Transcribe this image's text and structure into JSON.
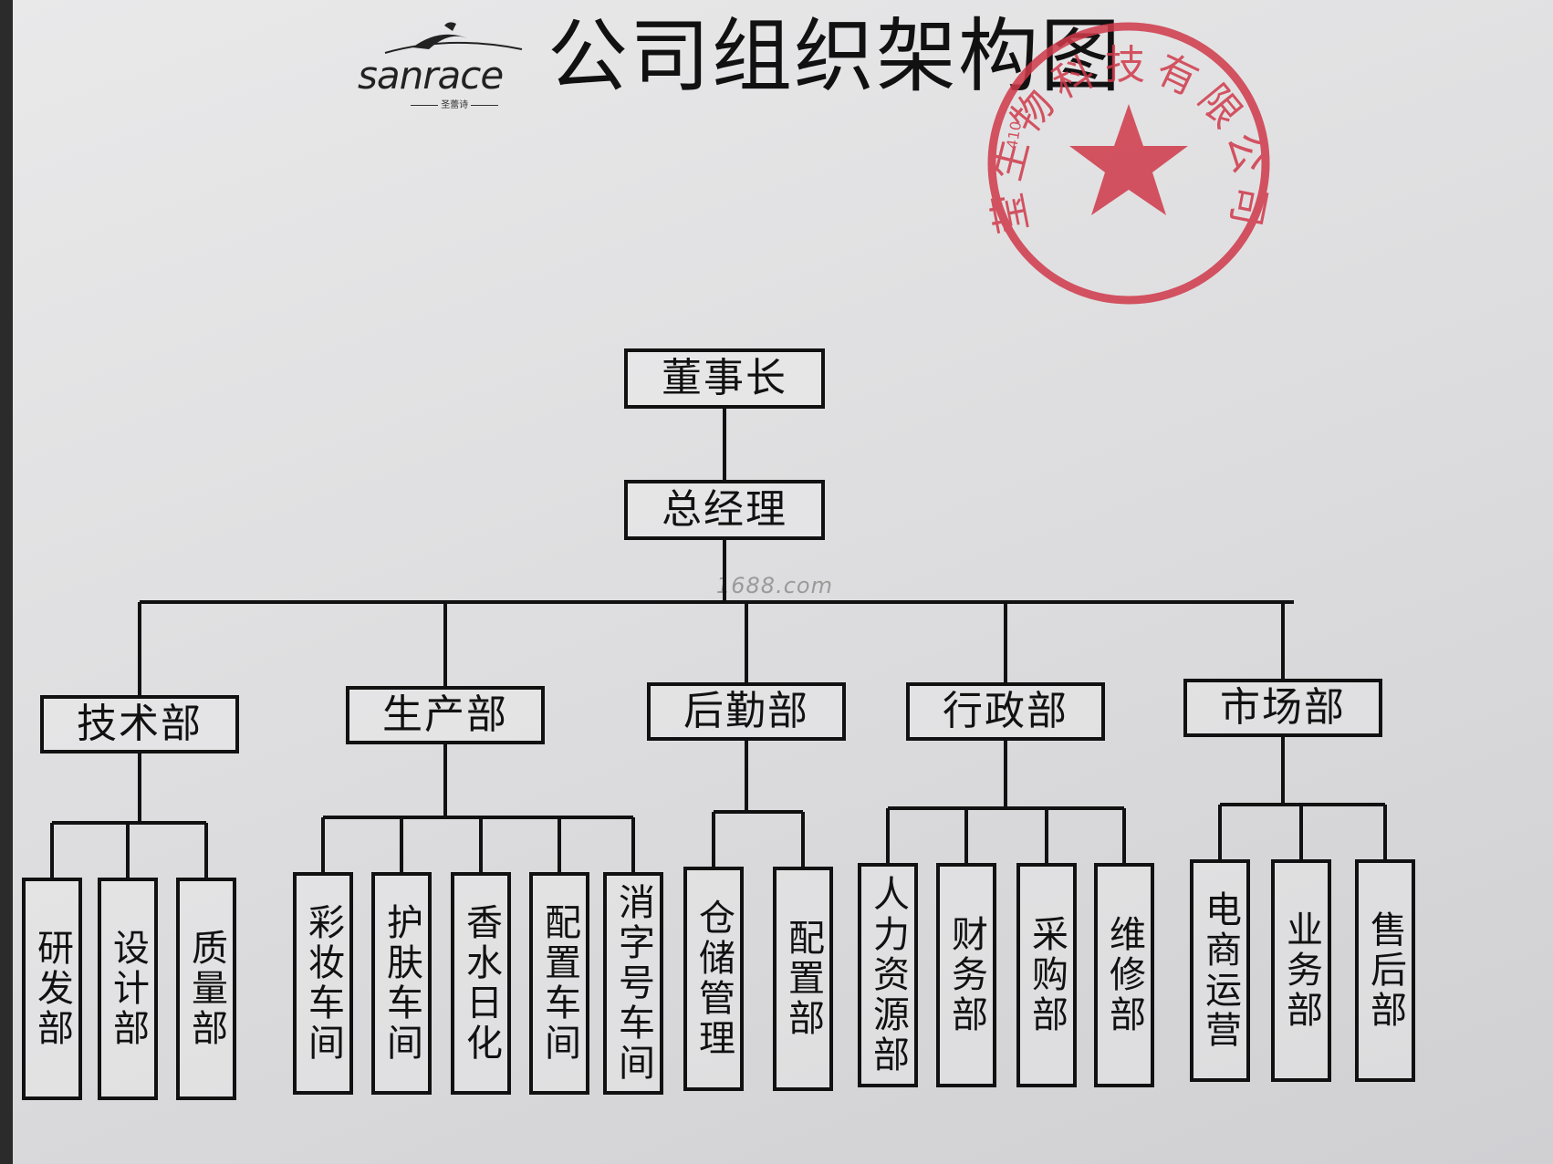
{
  "page": {
    "title": "公司组织架构图",
    "logo": {
      "brand": "sanrace",
      "sub": "圣蕾诗"
    },
    "watermark": "1688.com",
    "colors": {
      "seal": "#d0394a",
      "ink": "#111111",
      "paper": "#e2e2e4"
    }
  },
  "seal": {
    "text": "莹生物科技有限公司",
    "code": "410",
    "icon": "star-icon"
  },
  "org": {
    "top": "董事长",
    "gm": "总经理",
    "departments": [
      {
        "id": "tech",
        "label": "技术部",
        "children": [
          "研发部",
          "设计部",
          "质量部"
        ]
      },
      {
        "id": "production",
        "label": "生产部",
        "children": [
          "彩妆车间",
          "护肤车间",
          "香水日化",
          "配置车间",
          "消字号车间"
        ]
      },
      {
        "id": "logistics",
        "label": "后勤部",
        "children": [
          "仓储管理",
          "配置部"
        ]
      },
      {
        "id": "admin",
        "label": "行政部",
        "children": [
          "人力资源部",
          "财务部",
          "采购部",
          "维修部"
        ]
      },
      {
        "id": "market",
        "label": "市场部",
        "children": [
          "电商运营",
          "业务部",
          "售后部"
        ]
      }
    ]
  }
}
